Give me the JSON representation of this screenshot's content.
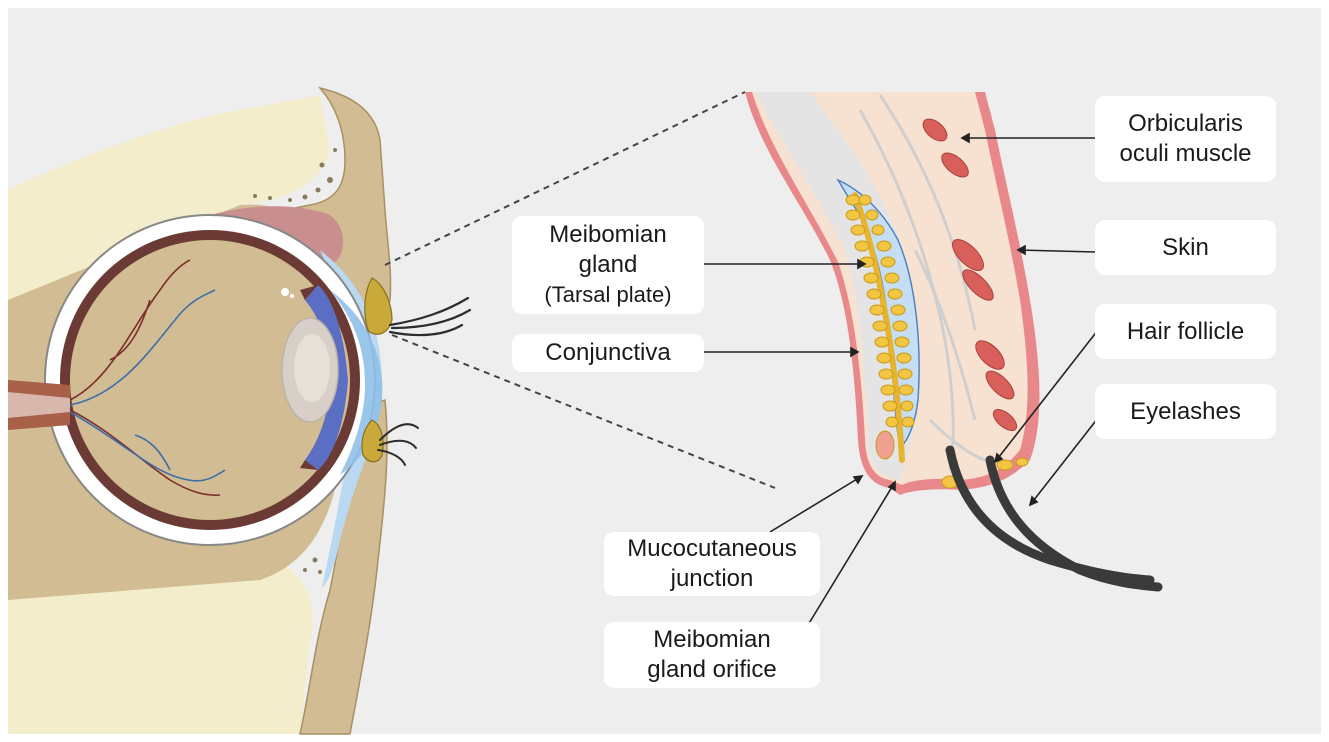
{
  "labels": {
    "meibomian_gland": {
      "line1": "Meibomian",
      "line2": "gland",
      "line3": "(Tarsal plate)"
    },
    "conjunctiva": "Conjunctiva",
    "orbicularis": {
      "line1": "Orbicularis",
      "line2": "oculi muscle"
    },
    "skin": "Skin",
    "hair_follicle": "Hair follicle",
    "eyelashes": "Eyelashes",
    "mucocutaneous": {
      "line1": "Mucocutaneous",
      "line2": "junction"
    },
    "gland_orifice": {
      "line1": "Meibomian",
      "line2": "gland orifice"
    }
  },
  "colors": {
    "background": "#eeeeee",
    "bone": "#f4edcc",
    "tissue": "#d2bc93",
    "skin_pink": "#e8888a",
    "muscle": "#d9605a",
    "gland": "#f2c642",
    "conjunctiva": "#b9d8f2",
    "lash": "#3a3a3a"
  }
}
